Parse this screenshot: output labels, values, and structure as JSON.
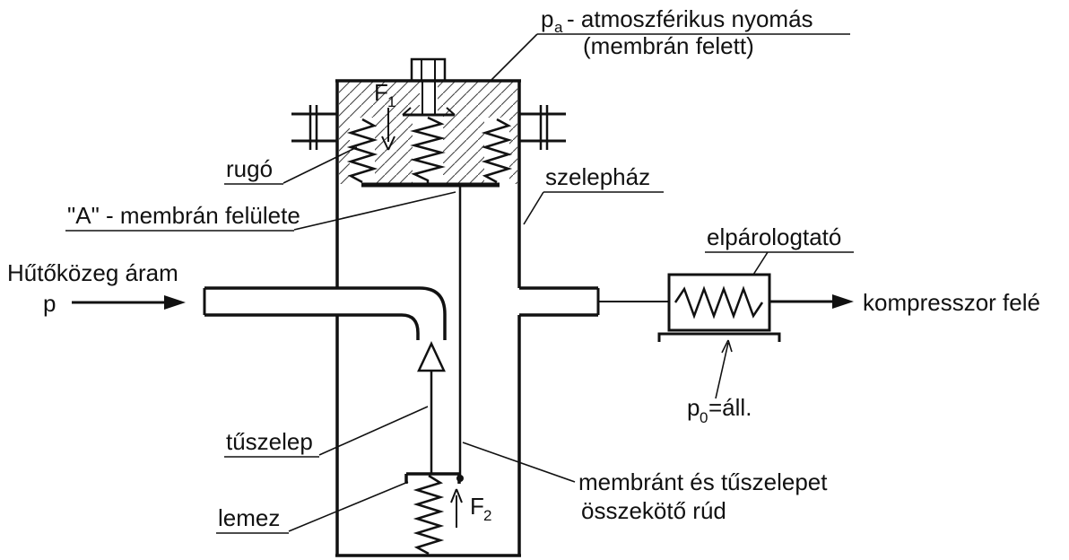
{
  "diagram": {
    "type": "technical-schematic-thermostatic-expansion-valve",
    "colors": {
      "ink": "#111111",
      "background": "#ffffff",
      "hatch": "#444444"
    },
    "top_label": {
      "symbol_main": "p",
      "symbol_sub": "a",
      "text": "- atmoszférikus nyomás",
      "line2": "(membrán felett)"
    },
    "forces": {
      "f1_main": "F",
      "f1_sub": "1",
      "f2_main": "F",
      "f2_sub": "2"
    },
    "labels": {
      "spring": "rugó",
      "valve_housing": "szelepház",
      "membrane_area": "\"A\" - membrán felülete",
      "refrigerant_flow": "Hűtőközeg áram",
      "pressure_symbol": "p",
      "evaporator": "elpárologtató",
      "to_compressor": "kompresszor felé",
      "needle_valve": "tűszelep",
      "plate": "lemez",
      "connecting_rod_line1": "membránt és tűszelepet",
      "connecting_rod_line2": "összekötő rúd"
    },
    "evaporator_pressure": {
      "symbol_main": "p",
      "symbol_sub": "0",
      "text": "=áll."
    }
  }
}
